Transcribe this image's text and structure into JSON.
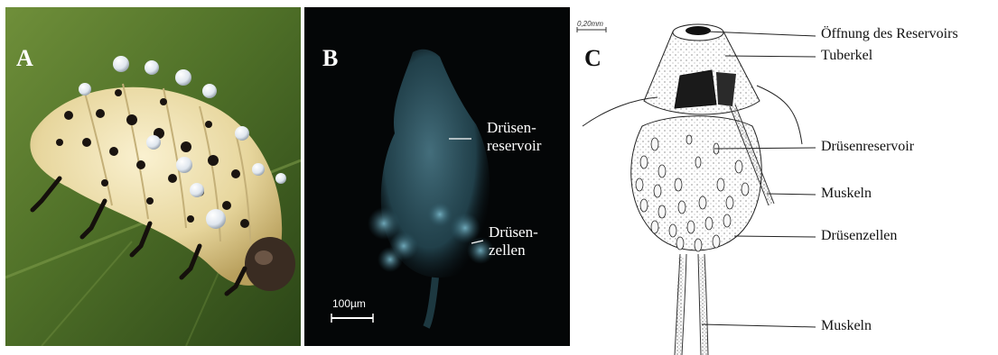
{
  "panels": {
    "a": {
      "letter": "A"
    },
    "b": {
      "letter": "B",
      "label_reservoir_1": "Drüsen-",
      "label_reservoir_2": "reservoir",
      "label_cells_1": "Drüsen-",
      "label_cells_2": "zellen",
      "scale_bar": "100µm"
    },
    "c": {
      "letter": "C",
      "scale_note": "0,20mm",
      "labels": {
        "opening": "Öffnung des Reservoirs",
        "tubercle": "Tuberkel",
        "reservoir": "Drüsenreservoir",
        "muscles_upper": "Muskeln",
        "gland_cells": "Drüsenzellen",
        "muscles_lower": "Muskeln"
      }
    }
  },
  "colors": {
    "leaf_dark": "#2f4a1c",
    "leaf_light": "#8fb05a",
    "larva_body": "#e8dcae",
    "larva_spot": "#1a1410",
    "droplet": "#f2f6fb",
    "micro_background": "#040607",
    "gland_tint": "#6fa7b8"
  }
}
